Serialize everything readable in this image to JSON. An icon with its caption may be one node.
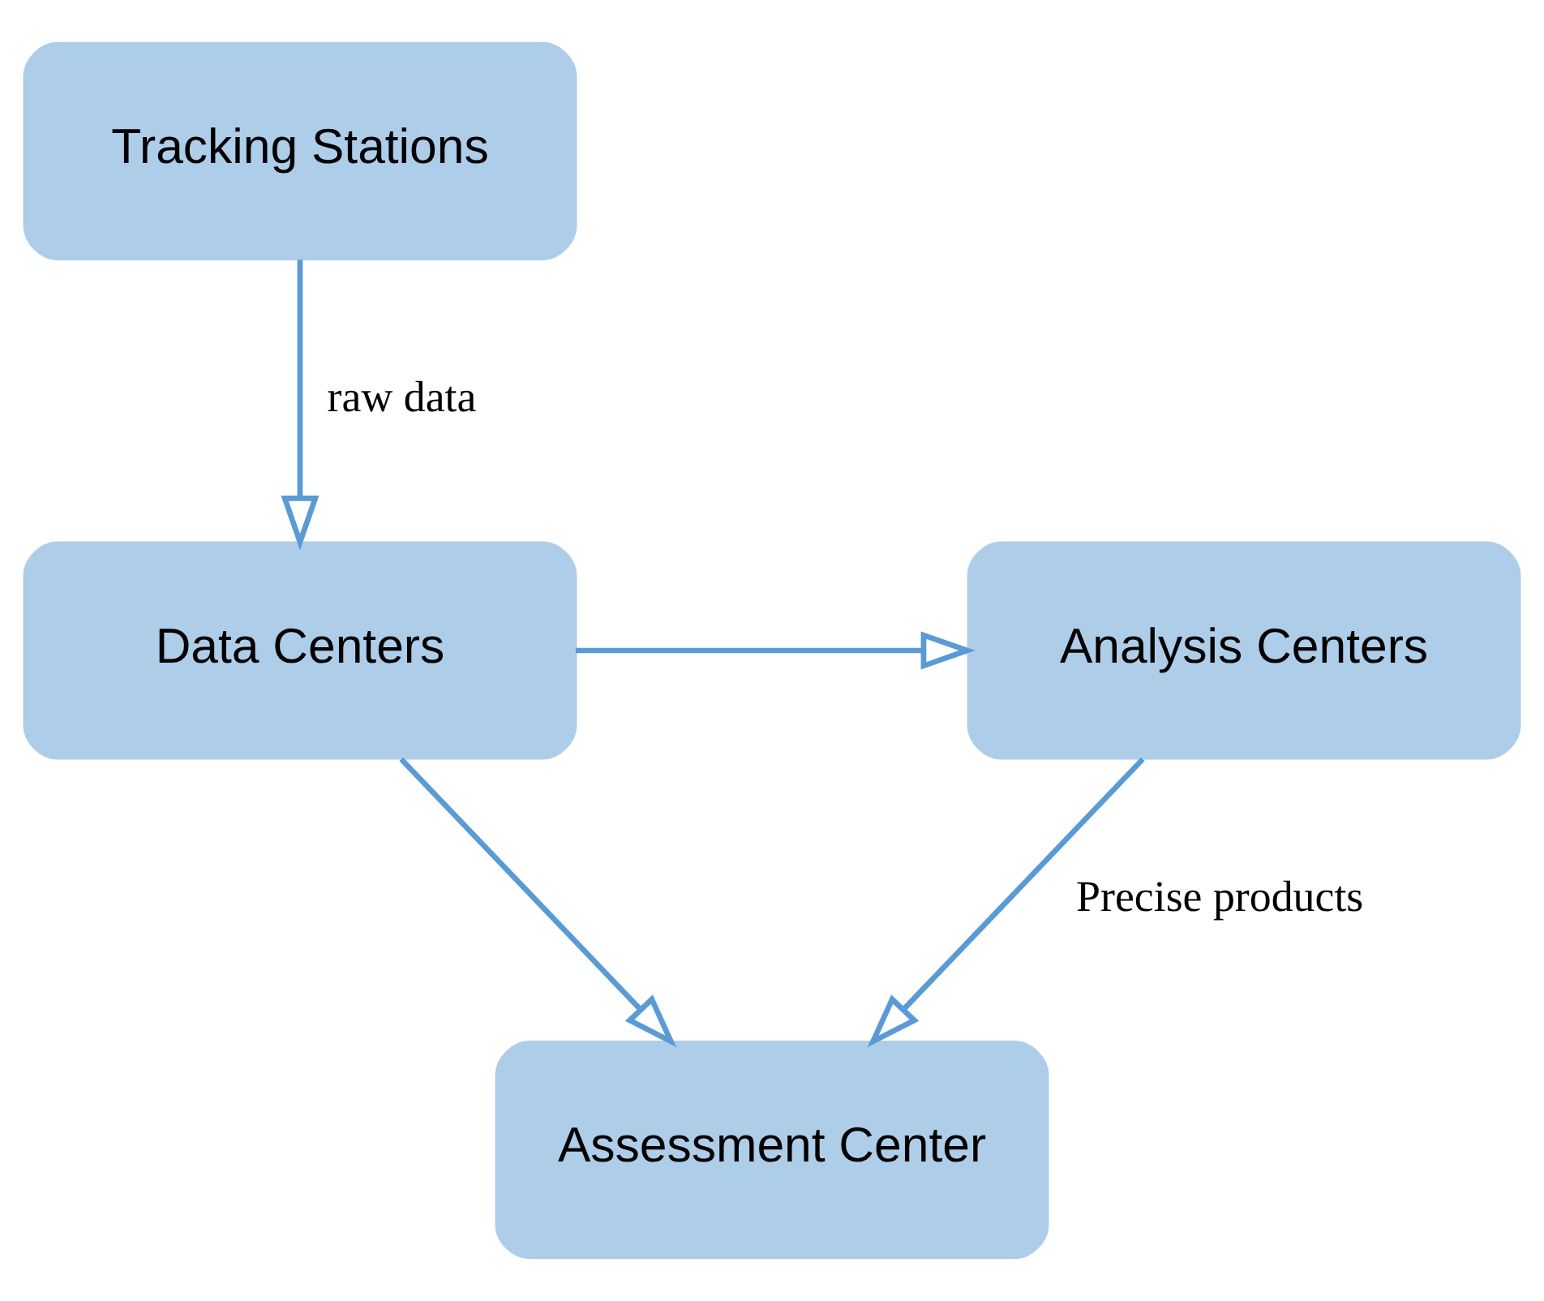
{
  "diagram": {
    "nodes": [
      {
        "text": [
          "Tracking Stations"
        ]
      },
      {
        "text": [
          "Data Centers"
        ]
      },
      {
        "text": [
          "Analysis Centers"
        ]
      },
      {
        "text": [
          "Assessment Center"
        ]
      }
    ],
    "edges": [
      {
        "from": 0,
        "to": 1,
        "arrow": "to",
        "label": "raw data"
      },
      {
        "from": 1,
        "to": 2,
        "arrow": "to"
      },
      {
        "from": 1,
        "to": 3,
        "arrow": "to"
      },
      {
        "from": 2,
        "to": 3,
        "arrow": "to",
        "label": "Precise products"
      }
    ]
  }
}
